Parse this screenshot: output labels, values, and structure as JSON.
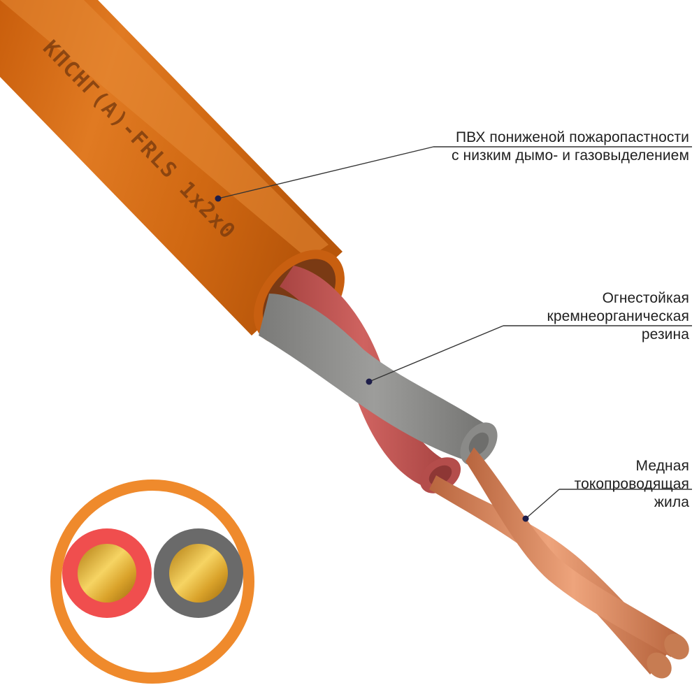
{
  "cable": {
    "print_marking": "КПСНГ(А)-FRLS 1x2x0"
  },
  "callouts": {
    "sheath": {
      "lines": [
        "ПВХ пониженой пожаропастности",
        "с низким дымо- и газовыделением"
      ]
    },
    "insulation": {
      "lines": [
        "Огнестойкая",
        "кремнеорганическая",
        "резина"
      ]
    },
    "conductor": {
      "lines": [
        "Медная",
        "токопроводящая",
        "жила"
      ]
    }
  },
  "colors": {
    "sheath_orange": "#d86c12",
    "sheath_orange_light": "#e9832a",
    "core_red": "#c25553",
    "core_gray": "#8c8c8a",
    "copper": "#d88a60",
    "leader_line": "#333333",
    "leader_dot": "#1e1e4a",
    "section_ring": "#ef8a2c",
    "section_red": "#f04e4e",
    "section_gray": "#6a6a6a",
    "section_gold": "#e0ad2c"
  },
  "icons": {
    "cross_section": "cable-cross-section-icon"
  }
}
